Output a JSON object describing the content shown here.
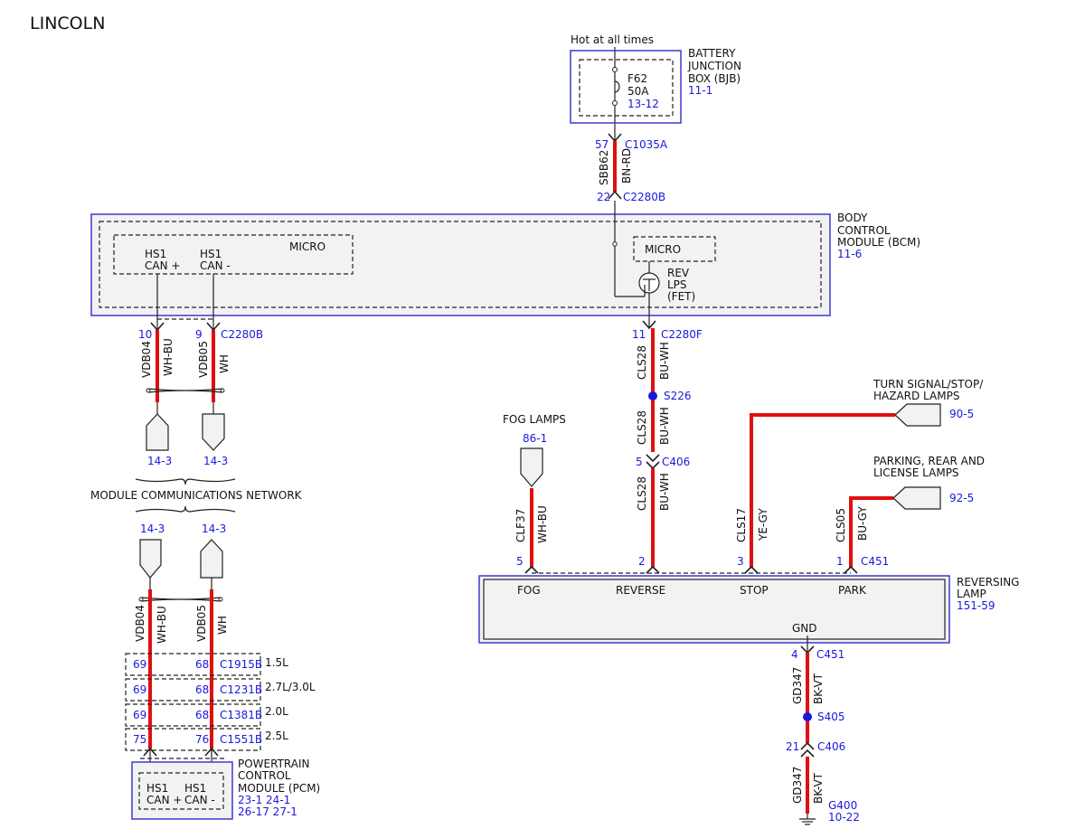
{
  "title": "LINCOLN",
  "hot_at_all_times": "Hot at all times",
  "bjb": {
    "name_lines": [
      "BATTERY",
      "JUNCTION",
      "BOX (BJB)"
    ],
    "ref": "11-1",
    "fuse_name": "F62",
    "fuse_rating": "50A",
    "fuse_ref": "13-12"
  },
  "c1035a": {
    "pin": "57",
    "name": "C1035A"
  },
  "sbb62": {
    "circuit": "SBB62",
    "color": "BN-RD"
  },
  "c2280b_top": {
    "pin": "22",
    "name": "C2280B"
  },
  "bcm": {
    "name_lines": [
      "BODY",
      "CONTROL",
      "MODULE (BCM)"
    ],
    "ref": "11-6",
    "micro_left": "MICRO",
    "micro_right": "MICRO",
    "hs1_a": [
      "HS1",
      "CAN +"
    ],
    "hs1_b": [
      "HS1",
      "CAN -"
    ],
    "rev_lines": [
      "REV",
      "LPS",
      "(FET)"
    ]
  },
  "left_top": {
    "pin_a": "10",
    "pin_b": "9",
    "connector": "C2280B",
    "circuit_a": "VDB04",
    "color_a": "WH-BU",
    "circuit_b": "VDB05",
    "color_b": "WH",
    "ref_a": "14-3",
    "ref_b": "14-3"
  },
  "network_label": "MODULE COMMUNICATIONS NETWORK",
  "left_bottom": {
    "ref_a": "14-3",
    "ref_b": "14-3",
    "circuit_a": "VDB04",
    "color_a": "WH-BU",
    "circuit_b": "VDB05",
    "color_b": "WH"
  },
  "pcm_connectors": [
    {
      "pin_a": "69",
      "pin_b": "68",
      "name": "C1915B",
      "engine": "1.5L"
    },
    {
      "pin_a": "69",
      "pin_b": "68",
      "name": "C1231B",
      "engine": "2.7L/3.0L"
    },
    {
      "pin_a": "69",
      "pin_b": "68",
      "name": "C1381B",
      "engine": "2.0L"
    },
    {
      "pin_a": "75",
      "pin_b": "76",
      "name": "C1551B",
      "engine": "2.5L"
    }
  ],
  "pcm": {
    "name_lines": [
      "POWERTRAIN",
      "CONTROL",
      "MODULE (PCM)"
    ],
    "ref_line1": "23-1  24-1",
    "ref_line2": "26-17  27-1",
    "hs1_a": [
      "HS1",
      "CAN +"
    ],
    "hs1_b": [
      "HS1",
      "CAN -"
    ]
  },
  "cls28": {
    "pin_top": "11",
    "connector_top": "C2280F",
    "circuit": "CLS28",
    "color": "BU-WH",
    "splice": "S226",
    "pin_c406": "5",
    "connector_c406": "C406"
  },
  "fog": {
    "label": "FOG LAMPS",
    "ref": "86-1",
    "circuit": "CLF37",
    "color": "WH-BU",
    "pin": "5"
  },
  "reverse_pin": "2",
  "turn": {
    "label_lines": [
      "TURN SIGNAL/STOP/",
      "HAZARD LAMPS"
    ],
    "ref": "90-5",
    "circuit": "CLS17",
    "color": "YE-GY",
    "pin": "3"
  },
  "park": {
    "label_lines": [
      "PARKING, REAR AND",
      "LICENSE LAMPS"
    ],
    "ref": "92-5",
    "circuit": "CLS05",
    "color": "BU-GY",
    "pin": "1",
    "connector": "C451"
  },
  "rev_lamp": {
    "name_lines": [
      "REVERSING",
      "LAMP"
    ],
    "ref": "151-59",
    "pins": [
      "FOG",
      "REVERSE",
      "STOP",
      "PARK"
    ],
    "gnd": "GND"
  },
  "ground": {
    "pin_c451": "4",
    "connector_c451": "C451",
    "circuit": "GD347",
    "color": "BK-VT",
    "splice": "S405",
    "pin_c406": "21",
    "connector_c406": "C406",
    "ground_name": "G400",
    "ground_ref": "10-22"
  }
}
